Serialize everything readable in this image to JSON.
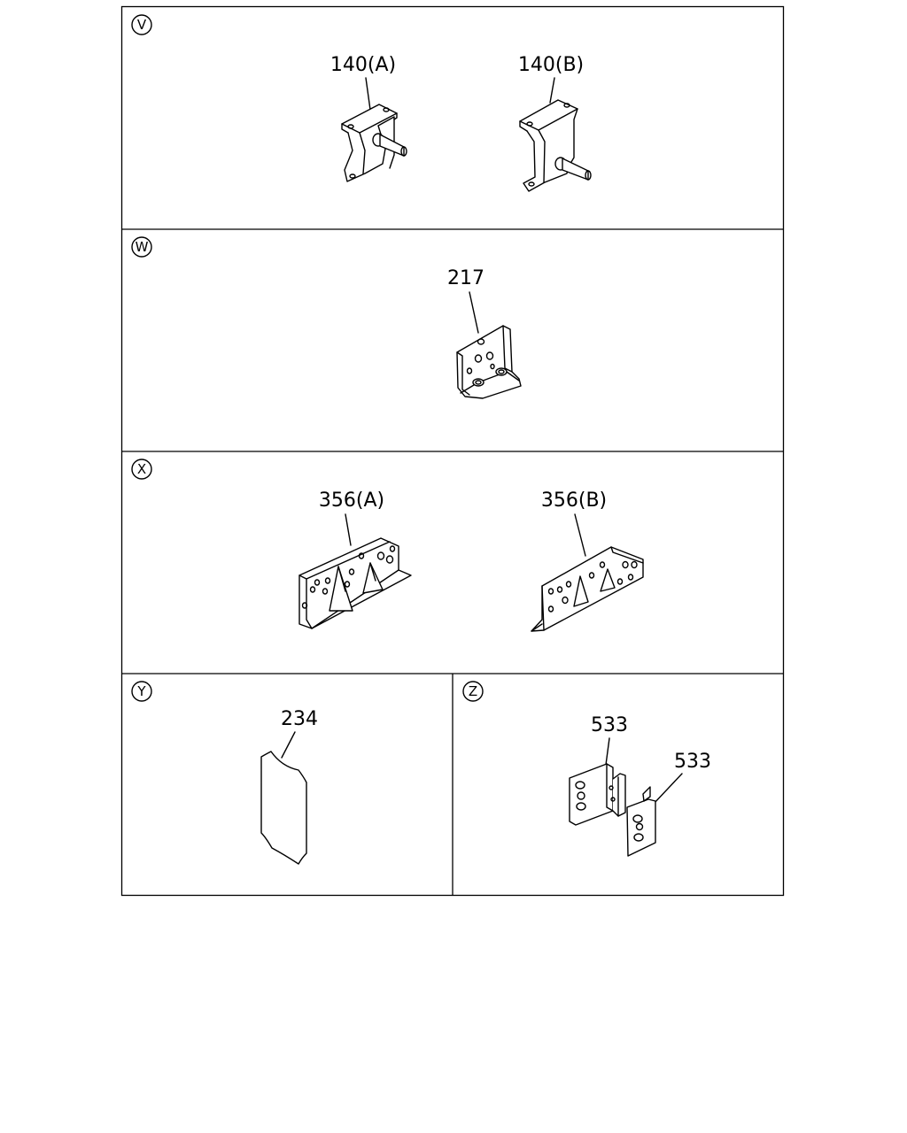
{
  "sections": {
    "v": {
      "marker": "V",
      "labels": [
        "140(A)",
        "140(B)"
      ]
    },
    "w": {
      "marker": "W",
      "labels": [
        "217"
      ]
    },
    "x": {
      "marker": "X",
      "labels": [
        "356(A)",
        "356(B)"
      ]
    },
    "y": {
      "marker": "Y",
      "labels": [
        "234"
      ]
    },
    "z": {
      "marker": "Z",
      "labels": [
        "533",
        "533"
      ]
    }
  }
}
